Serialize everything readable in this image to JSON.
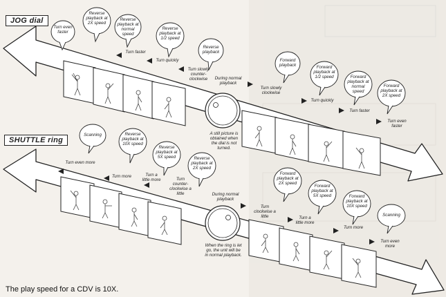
{
  "jog": {
    "title": "JOG dial",
    "bubbles": [
      "Turn even faster",
      "Reverse playback at 2X speed",
      "Reverse playback at normal speed",
      "Reverse playback at 1/2 speed",
      "Reverse playback",
      "Forward playback",
      "Forward playback at 1/2 speed",
      "Forward playback at normal speed",
      "Forward playback at 2X speed"
    ],
    "labels": [
      "Turn faster",
      "Turn quickly",
      "Turn slowly counter-clockwise",
      "During normal playback",
      "Turn slowly clockwise",
      "Turn quickly",
      "Turn faster",
      "Turn even faster",
      "A still picture is obtained when the dial is not turned."
    ]
  },
  "shuttle": {
    "title": "SHUTTLE ring",
    "bubbles": [
      "Scanning",
      "Reverse playback at 10X speed",
      "Reverse playback at 5X speed",
      "Reverse playback at 2X speed",
      "Forward playback at 2X speed",
      "Forward playback at 5X speed",
      "Forward playback at 10X speed",
      "Scanning"
    ],
    "labels": [
      "Turn even more",
      "Turn more",
      "Turn a little more",
      "Turn counter-clockwise a little",
      "During normal playback",
      "Turn clockwise a little",
      "Turn a little more",
      "Turn more",
      "Turn even more",
      "When the ring is let go, the unit will be in normal playback."
    ]
  },
  "caption": "The play speed for a CDV is 10X."
}
